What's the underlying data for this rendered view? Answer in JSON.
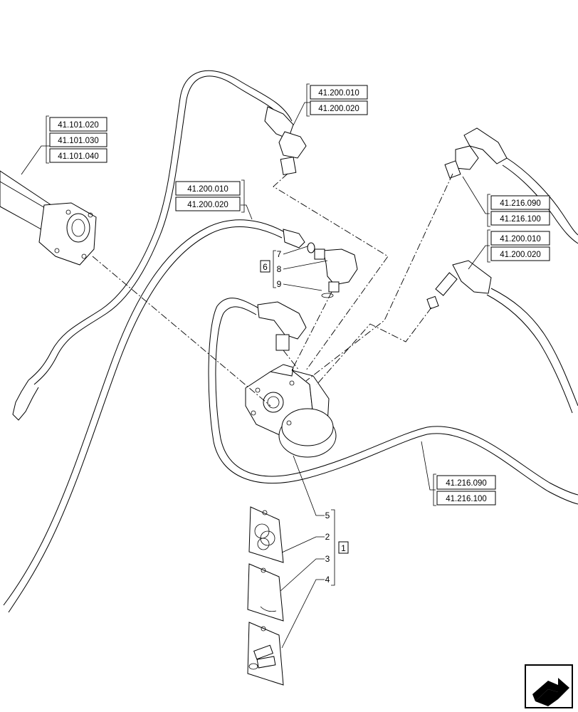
{
  "references": {
    "cylinder": [
      "41.101.020",
      "41.101.030",
      "41.101.040"
    ],
    "top_hose": [
      "41.200.010",
      "41.200.020"
    ],
    "mid_hose": [
      "41.200.010",
      "41.200.020"
    ],
    "right_upper_hose": [
      "41.216.090",
      "41.216.100"
    ],
    "right_mid_hose": [
      "41.200.010",
      "41.200.020"
    ],
    "bottom_right_hose": [
      "41.216.090",
      "41.216.100"
    ]
  },
  "callouts": {
    "fitting_group": "6",
    "oring_top": "7",
    "elbow": "8",
    "oring_bottom": "9",
    "steering_group": "1",
    "kit_5": "5",
    "kit_2": "2",
    "kit_3": "3",
    "kit_4": "4"
  },
  "icons": {
    "nav": "next-page-arrow-icon"
  }
}
